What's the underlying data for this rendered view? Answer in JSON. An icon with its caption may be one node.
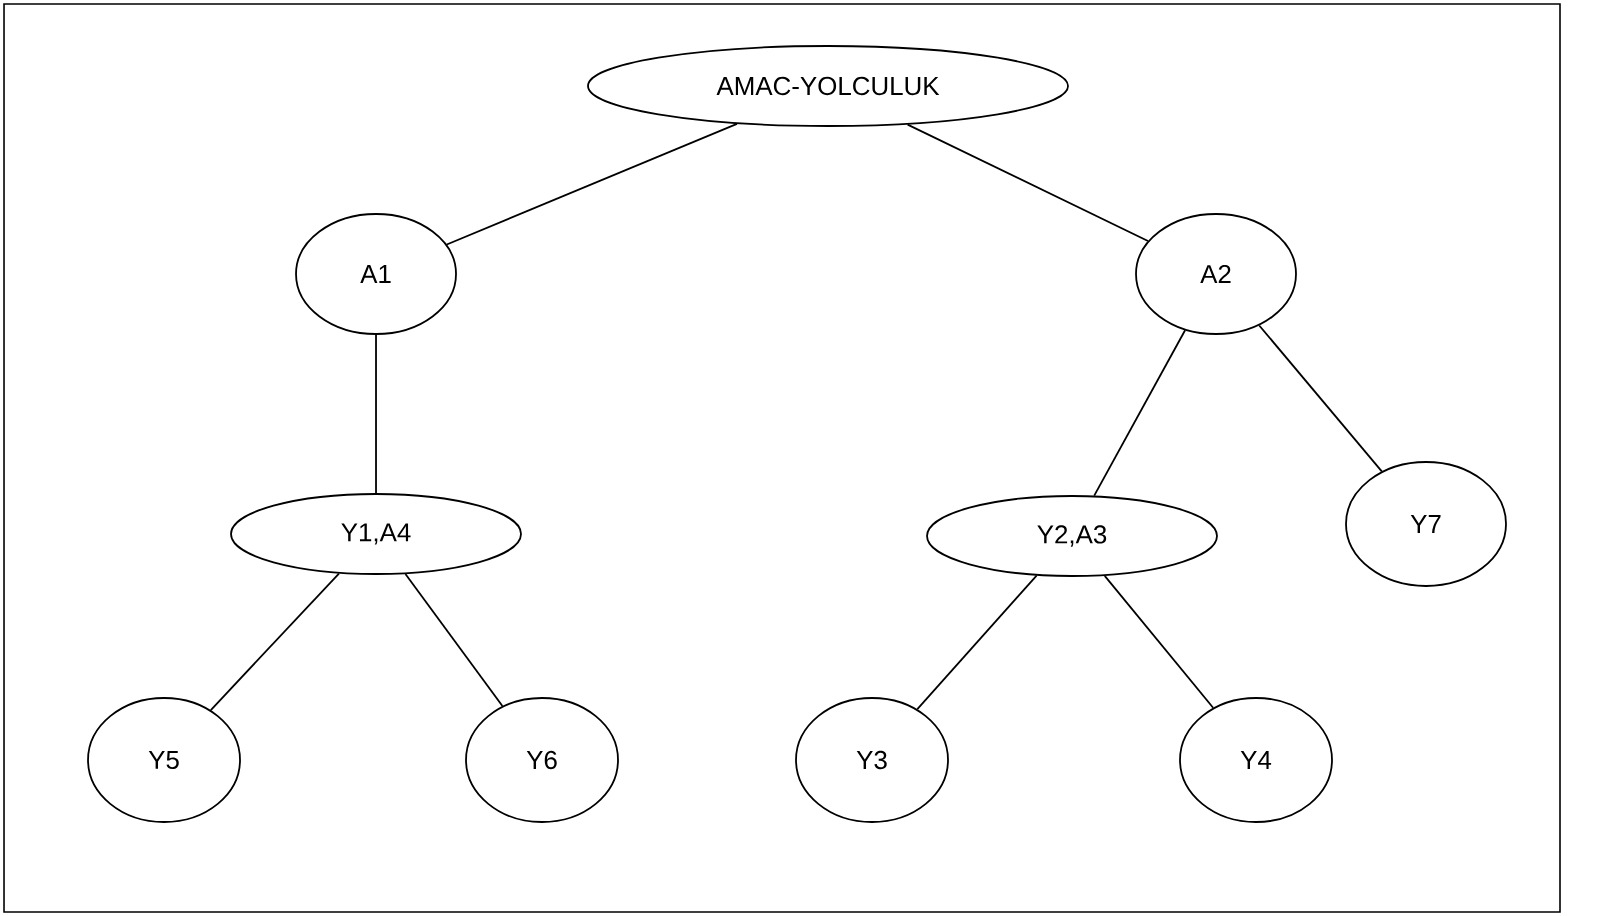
{
  "diagram": {
    "nodes": [
      {
        "text": [
          "AMAC-YOLCULUK"
        ]
      },
      {
        "text": [
          "A1"
        ]
      },
      {
        "text": [
          "A2"
        ]
      },
      {
        "text": [
          "Y1,A4"
        ]
      },
      {
        "text": [
          "Y2,A3"
        ]
      },
      {
        "text": [
          "Y7"
        ]
      },
      {
        "text": [
          "Y5"
        ]
      },
      {
        "text": [
          "Y6"
        ]
      },
      {
        "text": [
          "Y3"
        ]
      },
      {
        "text": [
          "Y4"
        ]
      }
    ],
    "edges": [
      {
        "from": 0,
        "to": 1,
        "arrow": "none"
      },
      {
        "from": 0,
        "to": 2,
        "arrow": "none"
      },
      {
        "from": 1,
        "to": 3,
        "arrow": "none"
      },
      {
        "from": 2,
        "to": 4,
        "arrow": "none"
      },
      {
        "from": 2,
        "to": 5,
        "arrow": "none"
      },
      {
        "from": 3,
        "to": 6,
        "arrow": "none"
      },
      {
        "from": 3,
        "to": 7,
        "arrow": "none"
      },
      {
        "from": 4,
        "to": 8,
        "arrow": "none"
      },
      {
        "from": 4,
        "to": 9,
        "arrow": "none"
      }
    ]
  }
}
